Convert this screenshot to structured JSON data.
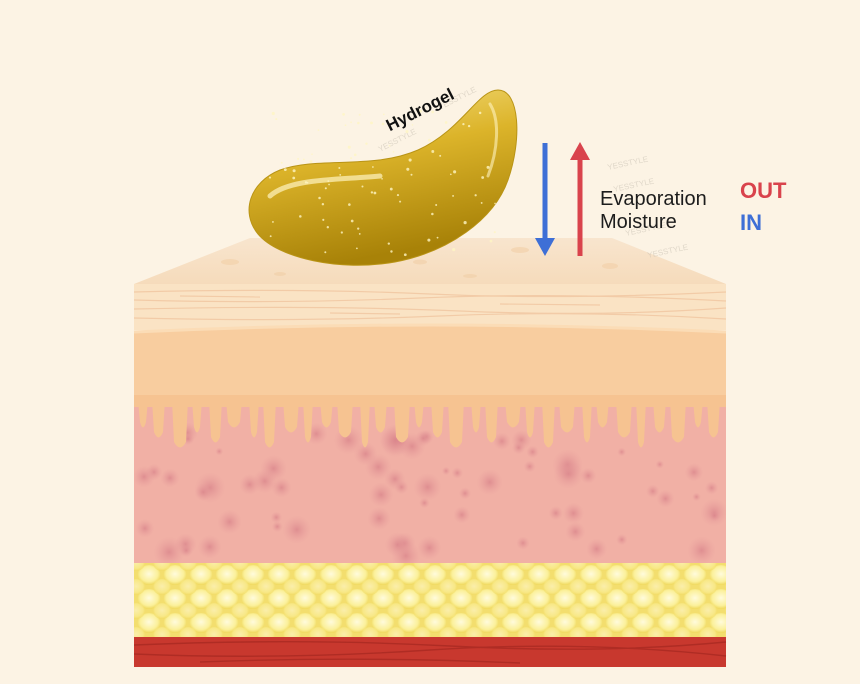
{
  "diagram": {
    "patch_label": "Hydrogel",
    "flows": [
      {
        "name": "Evaporation",
        "direction": "OUT",
        "direction_color": "#d9434c"
      },
      {
        "name": "Moisture",
        "direction": "IN",
        "direction_color": "#3e6fd6"
      }
    ],
    "colors": {
      "background": "#fcf3e4",
      "hydrogel_patch": "#d6ad1a",
      "stratum_corneum": "#fae3c4",
      "epidermis": "#f8cd9f",
      "dermis": "#f1b0a5",
      "fat_layer": "#fcee86",
      "muscle": "#c8382e",
      "arrow_out": "#d9434c",
      "arrow_in": "#3e6fd6"
    }
  }
}
